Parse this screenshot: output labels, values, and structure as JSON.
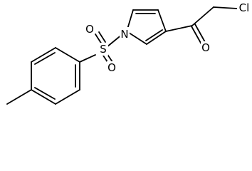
{
  "molecule": {
    "atoms": {
      "chlorine": "Cl",
      "carbonyl_oxygen": "O",
      "pyrrole_nitrogen": "N",
      "sulfur": "S",
      "sulfonyl_oxygen_top": "O",
      "sulfonyl_oxygen_bottom": "O"
    }
  },
  "colors": {
    "bond": "#000000",
    "background": "#ffffff"
  }
}
